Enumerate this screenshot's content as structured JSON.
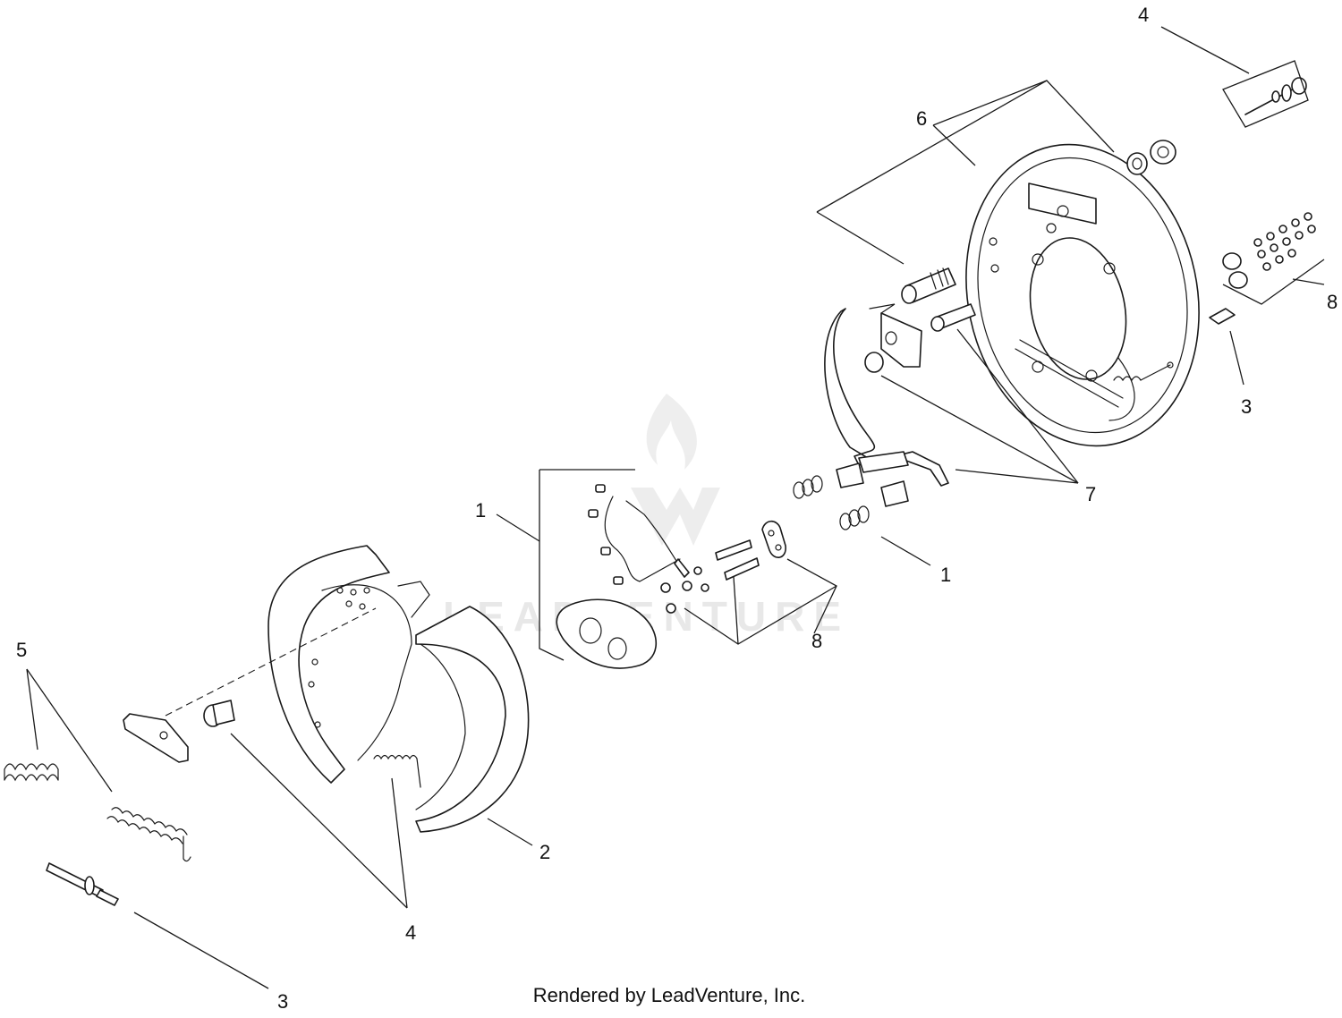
{
  "watermark": "LEADVENTURE",
  "footer": "Rendered by LeadVenture, Inc.",
  "callouts": {
    "c4_top": "4",
    "c6": "6",
    "c8_right": "8",
    "c3_right": "3",
    "c7": "7",
    "c1_left": "1",
    "c1_right": "1",
    "c8_mid": "8",
    "c5": "5",
    "c2": "2",
    "c4_bottom": "4",
    "c3_bottom": "3"
  }
}
